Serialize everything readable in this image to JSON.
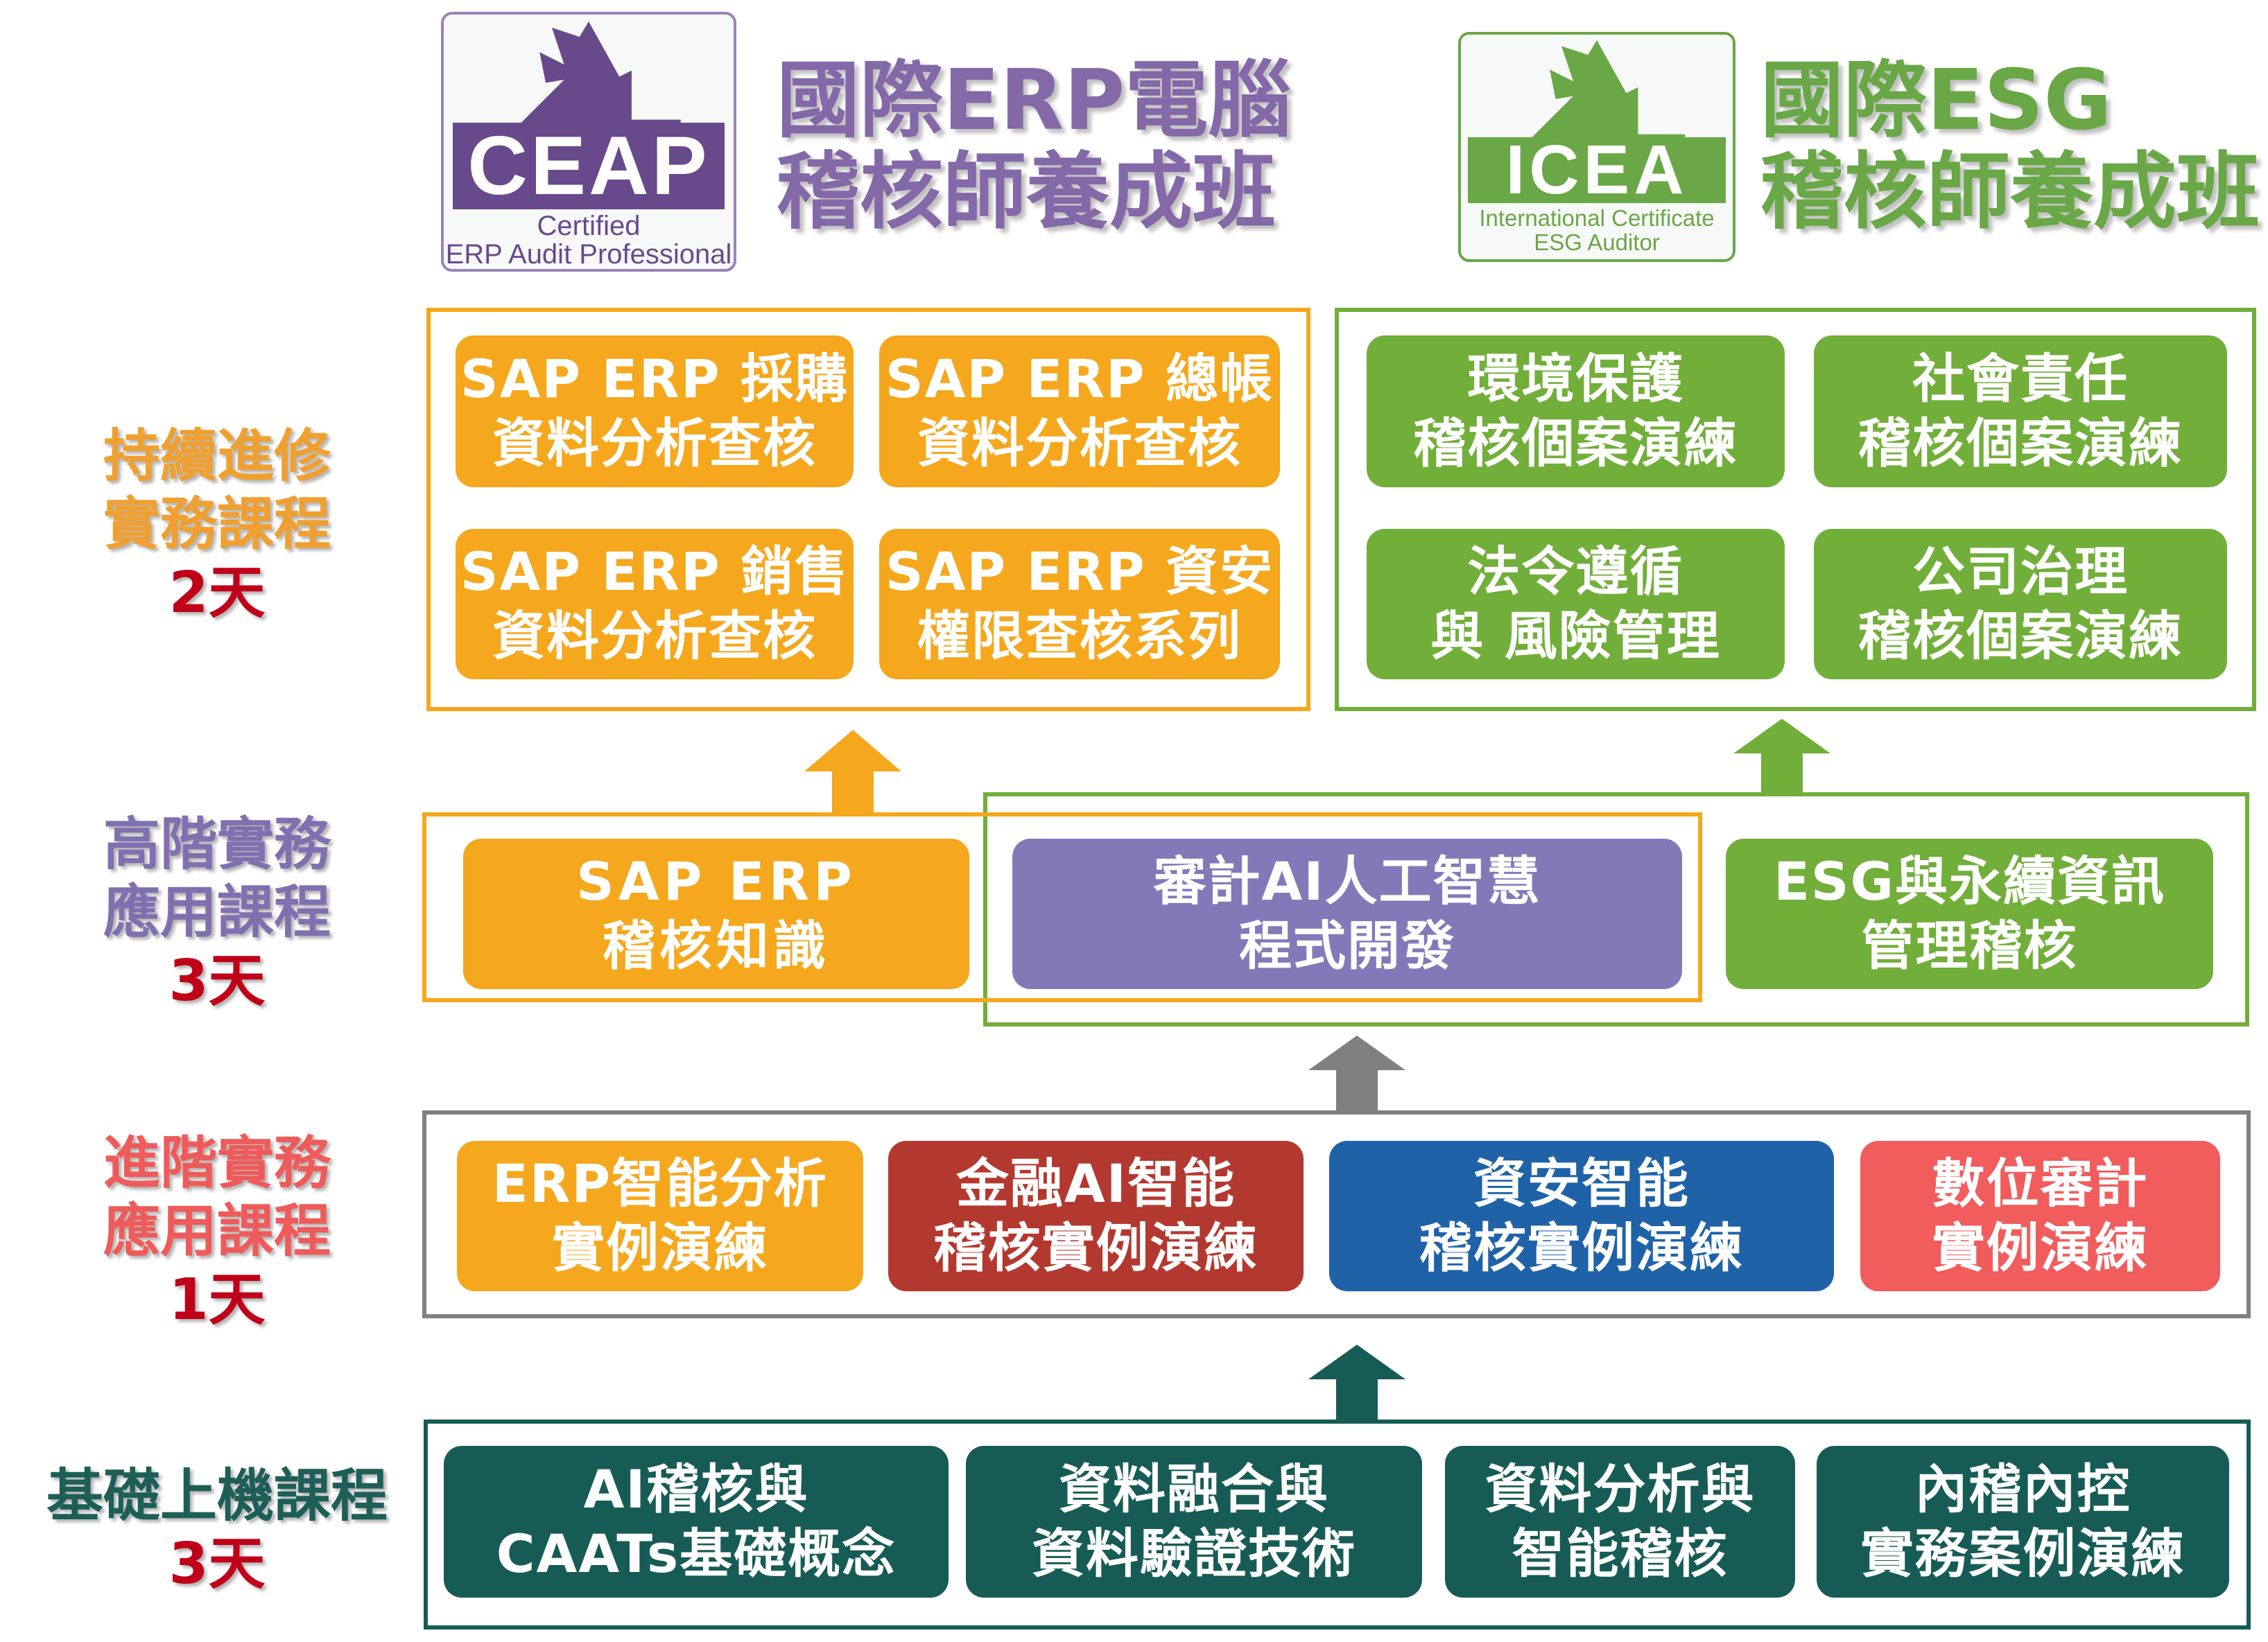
{
  "ceap": {
    "logo_text": "CEAP",
    "logo_sub1": "Certified",
    "logo_sub2": "ERP Audit Professional",
    "title1": "國際ERP電腦",
    "title2": "稽核師養成班",
    "color": "#684a8c"
  },
  "icea": {
    "logo_text": "ICEA",
    "logo_sub1": "International Certificate",
    "logo_sub2": "ESG Auditor",
    "title1": "國際ESG",
    "title2": "稽核師養成班",
    "color": "#6aa746"
  },
  "tiers": [
    {
      "label1": "持續進修",
      "label2": "實務課程",
      "days": "2天",
      "erp": [
        [
          "SAP ERP 採購",
          "資料分析查核"
        ],
        [
          "SAP ERP 總帳",
          "資料分析查核"
        ],
        [
          "SAP ERP 銷售",
          "資料分析查核"
        ],
        [
          "SAP ERP 資安",
          "權限查核系列"
        ]
      ],
      "esg": [
        [
          "環境保護",
          "稽核個案演練"
        ],
        [
          "社會責任",
          "稽核個案演練"
        ],
        [
          "法令遵循",
          "與 風險管理"
        ],
        [
          "公司治理",
          "稽核個案演練"
        ]
      ]
    },
    {
      "label1": "高階實務",
      "label2": "應用課程",
      "days": "3天",
      "items": [
        [
          "SAP ERP",
          "稽核知識"
        ],
        [
          "審計AI人工智慧",
          "程式開發"
        ],
        [
          "ESG與永續資訊",
          "管理稽核"
        ]
      ]
    },
    {
      "label1": "進階實務",
      "label2": "應用課程",
      "days": "1天",
      "items": [
        [
          "ERP智能分析",
          "實例演練"
        ],
        [
          "金融AI智能",
          "稽核實例演練"
        ],
        [
          "資安智能",
          "稽核實例演練"
        ],
        [
          "數位審計",
          "實例演練"
        ]
      ]
    },
    {
      "label1": "基礎上機課程",
      "days": "3天",
      "items": [
        [
          "AI稽核與",
          "CAATs基礎概念"
        ],
        [
          "資料融合與",
          "資料驗證技術"
        ],
        [
          "資料分析與",
          "智能稽核"
        ],
        [
          "內稽內控",
          "實務案例演練"
        ]
      ]
    }
  ],
  "colors": {
    "orange": "#f5a71d",
    "green": "#72ae3a",
    "purple": "#8479b8",
    "red": "#b3382f",
    "blue": "#1f62a8",
    "coral": "#f15c5c",
    "teal": "#175b56",
    "gray": "#808080"
  }
}
